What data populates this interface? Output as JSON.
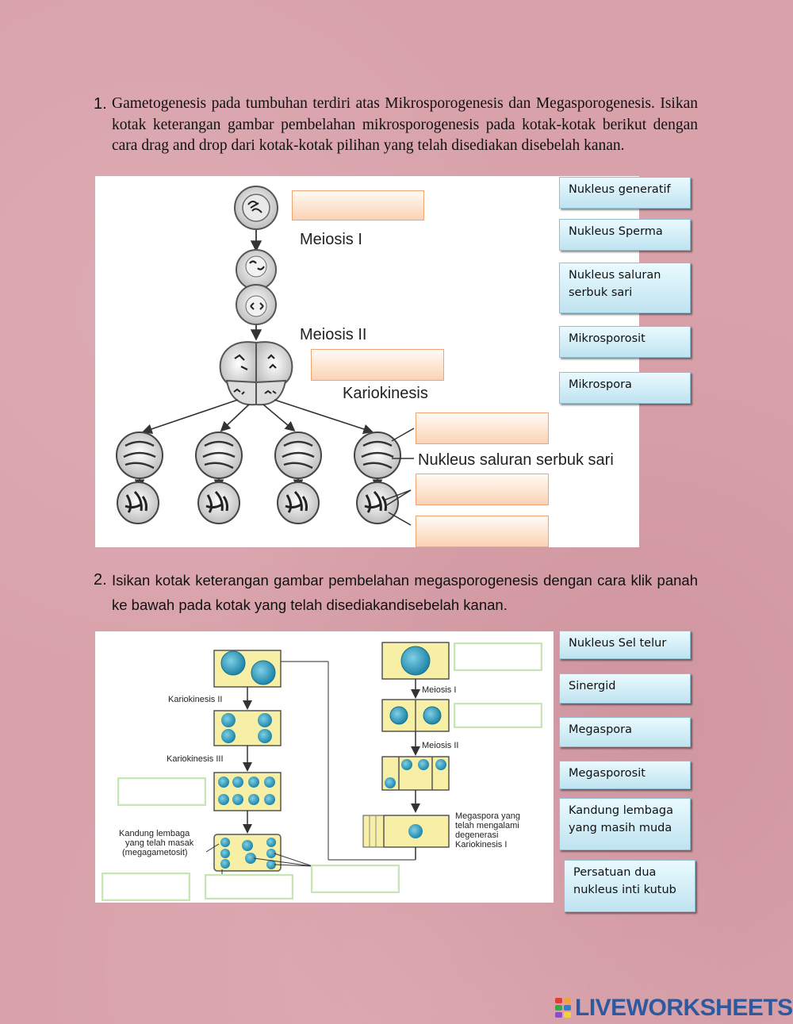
{
  "question1": {
    "number": "1.",
    "text": "Gametogenesis pada tumbuhan terdiri atas Mikrosporogenesis dan Megasporogenesis. Isikan kotak keterangan gambar pembelahan mikrosporogenesis pada kotak-kotak berikut dengan cara drag and drop dari kotak-kotak pilihan yang telah disediakan disebelah kanan.",
    "diagram_labels": {
      "meiosis1": "Meiosis I",
      "meiosis2": "Meiosis II",
      "kariokinesis": "Kariokinesis",
      "nukleus_saluran": "Nukleus saluran serbuk sari"
    },
    "choices": [
      "Nukleus generatif",
      "Nukleus Sperma",
      "Nukleus saluran serbuk sari",
      "Mikrosporosit",
      "Mikrospora"
    ]
  },
  "question2": {
    "number": "2.",
    "text": "Isikan kotak keterangan gambar pembelahan megasporogenesis dengan cara klik panah ke bawah pada kotak yang telah disediakandisebelah kanan.",
    "diagram_labels": {
      "kariokinesis2": "Kariokinesis II",
      "kariokinesis3": "Kariokinesis III",
      "kandung_line1": "Kandung lembaga",
      "kandung_line2": "yang telah masak",
      "kandung_line3": "(megagametosit)",
      "meiosis1": "Meiosis I",
      "meiosis2": "Meiosis II",
      "megaspora_line1": "Megaspora yang",
      "megaspora_line2": "telah mengalami",
      "megaspora_line3": "degenerasi",
      "megaspora_line4": "Kariokinesis I"
    },
    "choices": [
      "Nukleus Sel telur",
      "Sinergid",
      "Megaspora",
      "Megasporosit",
      "Kandung lembaga yang masih muda",
      "Persatuan dua nukleus inti kutub"
    ]
  },
  "brand": {
    "name": "LIVEWORKSHEETS",
    "logo_letters": "LIVE"
  },
  "colors": {
    "drop_orange": "#fbd3b5",
    "drop_green": "#c8e6b5",
    "chip_blue": "#bfe3f0",
    "cell_blue": "#2a97b8",
    "cell_yellow": "#f8efa6",
    "brand_blue": "#2d5a9e"
  }
}
